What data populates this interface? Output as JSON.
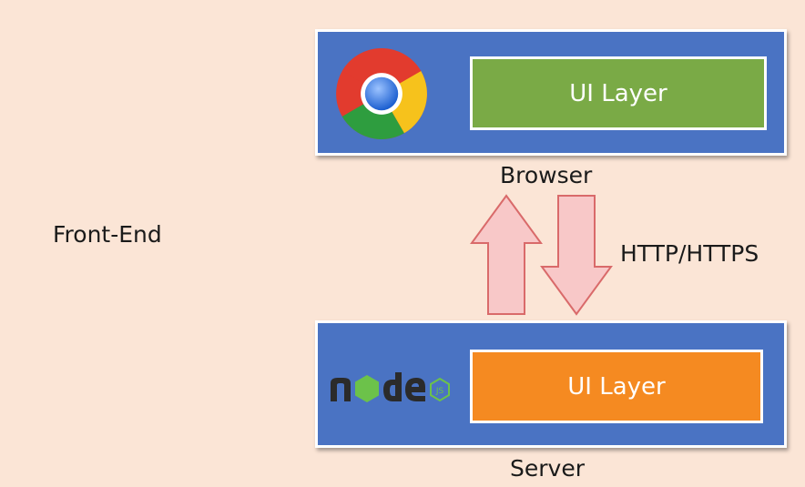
{
  "front_end_label": "Front-End",
  "browser": {
    "layer_label": "UI Layer",
    "caption": "Browser",
    "logo_icon": "chrome-logo-icon"
  },
  "server": {
    "layer_label": "UI Layer",
    "caption": "Server",
    "logo_icon": "nodejs-logo-icon",
    "logo_text": "node"
  },
  "protocol_label": "HTTP/HTTPS",
  "colors": {
    "background": "#fbe5d6",
    "tier_box": "#4a73c3",
    "browser_layer": "#7aaa46",
    "server_layer": "#f58a21",
    "arrow_fill": "#f8c8c8",
    "arrow_stroke": "#d96a6a"
  }
}
